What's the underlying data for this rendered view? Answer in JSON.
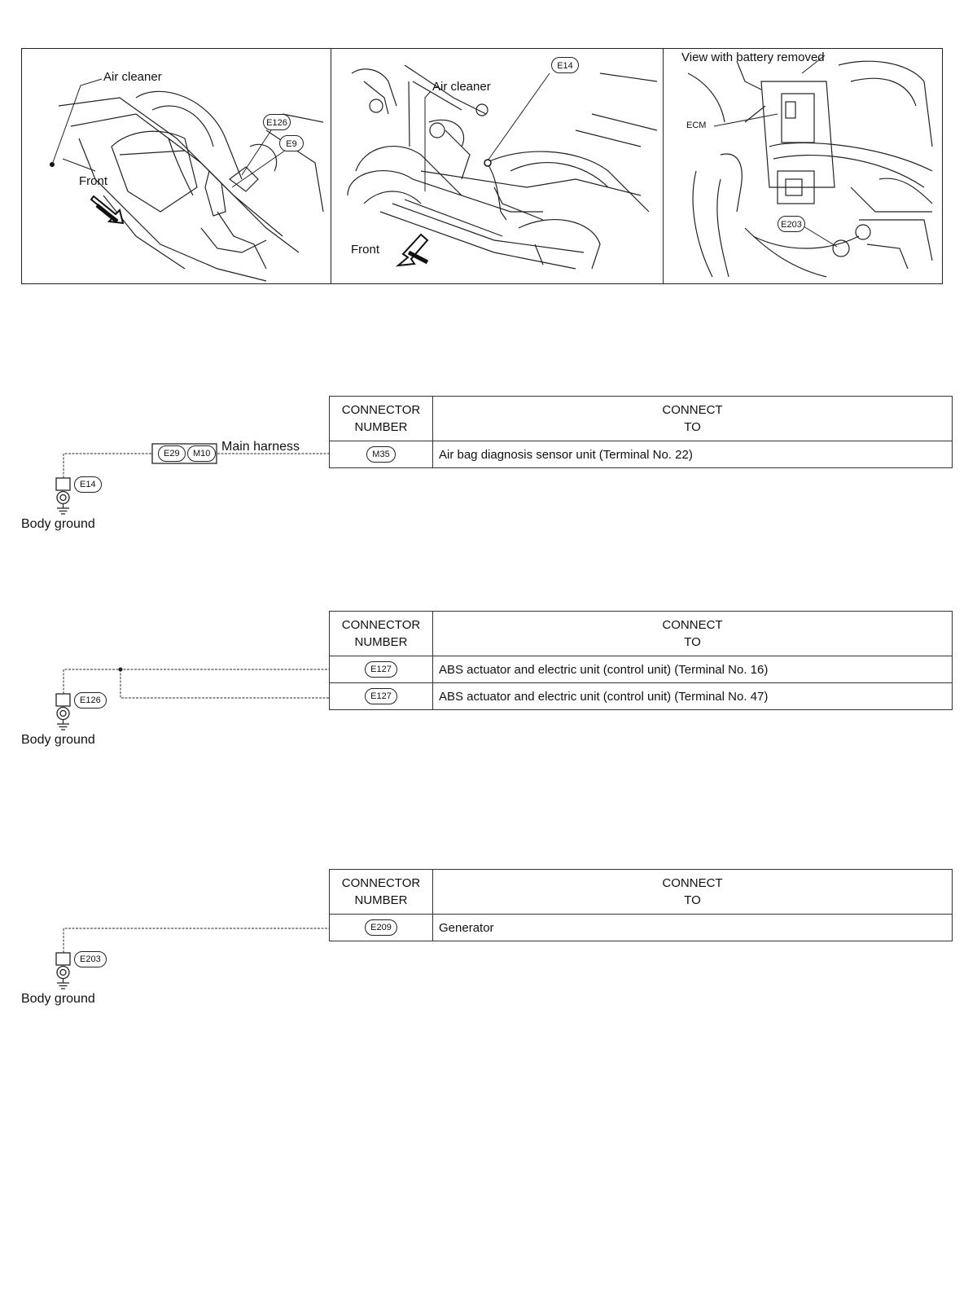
{
  "figures": {
    "panel1": {
      "air_cleaner": "Air cleaner",
      "front": "Front",
      "conn_a": "E126",
      "conn_b": "E9"
    },
    "panel2": {
      "air_cleaner": "Air cleaner",
      "front": "Front",
      "conn": "E14"
    },
    "panel3": {
      "title": "View with battery removed",
      "ecm": "ECM",
      "conn": "E203"
    }
  },
  "ground_circuits": [
    {
      "ground_connector": "E14",
      "ground_label": "Body ground",
      "harness_connectors": [
        "E29",
        "M10"
      ],
      "harness_label": "Main harness",
      "table": {
        "header_number": "CONNECTOR NUMBER",
        "header_number_l1": "CONNECTOR",
        "header_number_l2": "NUMBER",
        "header_connect_l1": "CONNECT",
        "header_connect_l2": "TO",
        "rows": [
          {
            "connector": "M35",
            "connect_to": "Air bag diagnosis sensor unit (Terminal No. 22)"
          }
        ]
      }
    },
    {
      "ground_connector": "E126",
      "ground_label": "Body ground",
      "table": {
        "header_number_l1": "CONNECTOR",
        "header_number_l2": "NUMBER",
        "header_connect_l1": "CONNECT",
        "header_connect_l2": "TO",
        "rows": [
          {
            "connector": "E127",
            "connect_to": "ABS actuator and electric unit (control unit) (Terminal No. 16)"
          },
          {
            "connector": "E127",
            "connect_to": "ABS actuator and electric unit (control unit) (Terminal No. 47)"
          }
        ]
      }
    },
    {
      "ground_connector": "E203",
      "ground_label": "Body ground",
      "table": {
        "header_number_l1": "CONNECTOR",
        "header_number_l2": "NUMBER",
        "header_connect_l1": "CONNECT",
        "header_connect_l2": "TO",
        "rows": [
          {
            "connector": "E209",
            "connect_to": "Generator"
          }
        ]
      }
    }
  ]
}
